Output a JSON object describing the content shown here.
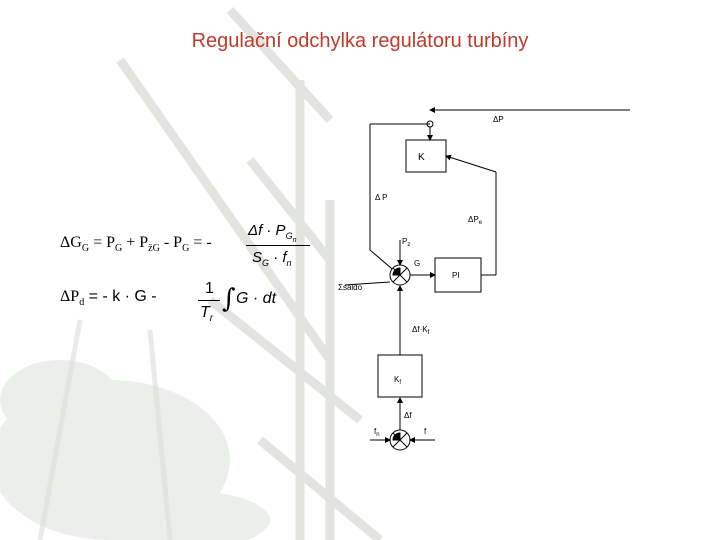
{
  "slide": {
    "title": "Regulační odchylka regulátoru turbíny",
    "equation1": {
      "lhs_symbol": "ΔG",
      "lhs_sub": "G",
      "text_a": " = P",
      "sub_a": "G",
      "text_b": " + P",
      "sub_b": "žG",
      "text_c": " - P",
      "sub_c": "G",
      "text_d": " = -",
      "frac_num_a": "Δf · P",
      "frac_num_sub": "G",
      "frac_num_subsub": "n",
      "frac_den": "S",
      "frac_den_sub": "G",
      "frac_den_b": " · f",
      "frac_den_sub2": "n"
    },
    "equation2": {
      "lhs_symbol": "ΔP",
      "lhs_sub": "d",
      "text": " = - k · G -",
      "frac_num": "1",
      "frac_den": "T",
      "frac_den_sub": "r",
      "integral": "∫",
      "integrand": "G · dt"
    },
    "diagram": {
      "dP_top": "ΔP",
      "K_block": "K",
      "dP_left": "Δ P",
      "dPe": "ΔP",
      "dPe_sub": "e",
      "Pz": "P",
      "Pz_sub": "z",
      "G_label": "G",
      "PI_block": "PI",
      "saldo": "Σsaldo",
      "dfK": "Δf·K",
      "dfK_sub": "f",
      "Kf_block": "K",
      "Kf_sub": "f",
      "df": "Δf",
      "fn": "f",
      "fn_sub": "n",
      "f": "f"
    }
  }
}
